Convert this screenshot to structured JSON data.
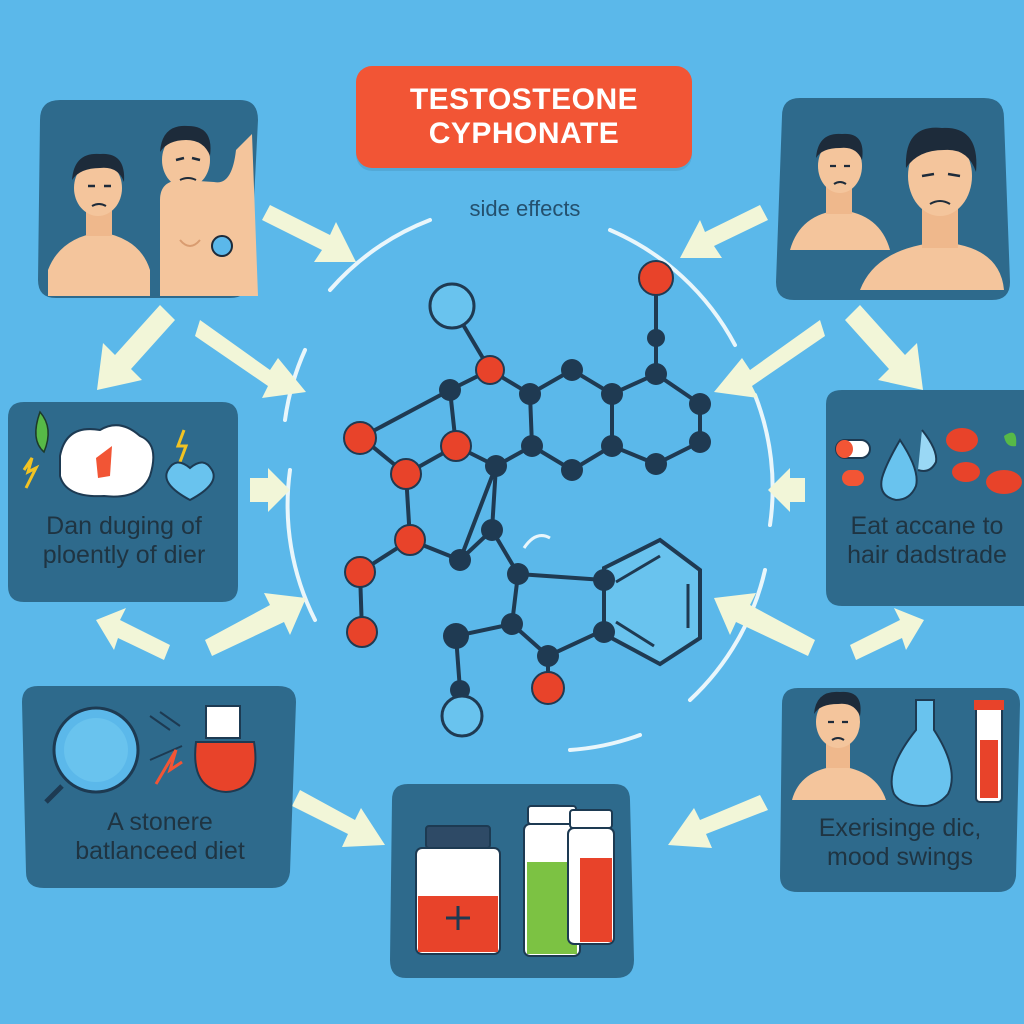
{
  "title": {
    "line1": "TESTOSTEONE",
    "line2": "CYPHONATE"
  },
  "subtitle": "side effects",
  "panels": {
    "left_middle": {
      "line1": "Dan duging  of",
      "line2": "ploently of  dier"
    },
    "left_bottom": {
      "line1": "A stonere",
      "line2": "batlanceed diet"
    },
    "right_middle": {
      "line1": "Eat accane to",
      "line2": "hair dadstrade"
    },
    "right_bottom": {
      "line1": "Exerisinge dic,",
      "line2": "mood swings"
    }
  },
  "colors": {
    "background": "#5bb8ea",
    "panel": "#2e6a8c",
    "title_box": "#f25535",
    "atom_dark": "#1f3a52",
    "atom_red": "#e8432a",
    "atom_light": "#69c3ee",
    "arrow": "#f2f6d8"
  },
  "icons": [
    "men-sweating-icon",
    "man-acne-icon",
    "leaf-icon",
    "lightning-icon",
    "pill-icon",
    "heart-icon",
    "water-drop-icon",
    "magnifier-icon",
    "flask-icon",
    "vial-icon",
    "medicine-bottle-icon",
    "molecule-icon"
  ]
}
